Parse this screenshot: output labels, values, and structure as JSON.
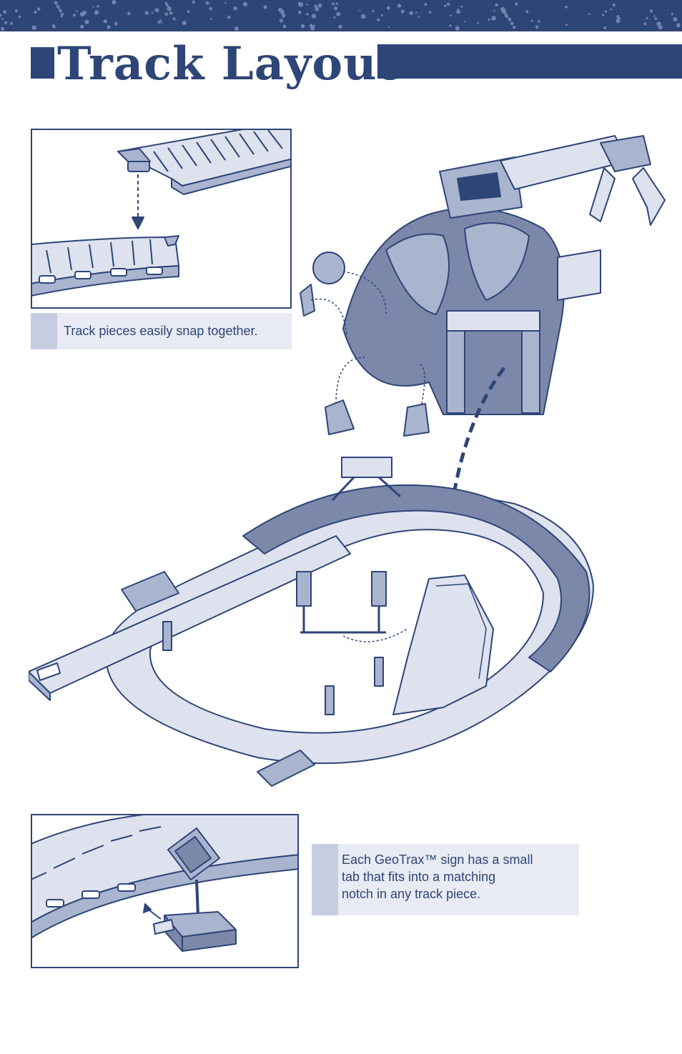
{
  "header": {
    "title": "Track Layout"
  },
  "captions": {
    "snap": "Track pieces easily snap together.",
    "sign_line1": "Each GeoTrax™ sign has a small",
    "sign_line2": "tab that fits into a matching",
    "sign_line3": "notch in any track piece."
  },
  "colors": {
    "navy": "#2e4577",
    "light_fill": "#dde2ee",
    "mid_fill": "#a9b4cf",
    "dark_fill": "#7b88aa",
    "caption_bg": "#e8ebf3",
    "caption_tab": "#c6cde0"
  }
}
